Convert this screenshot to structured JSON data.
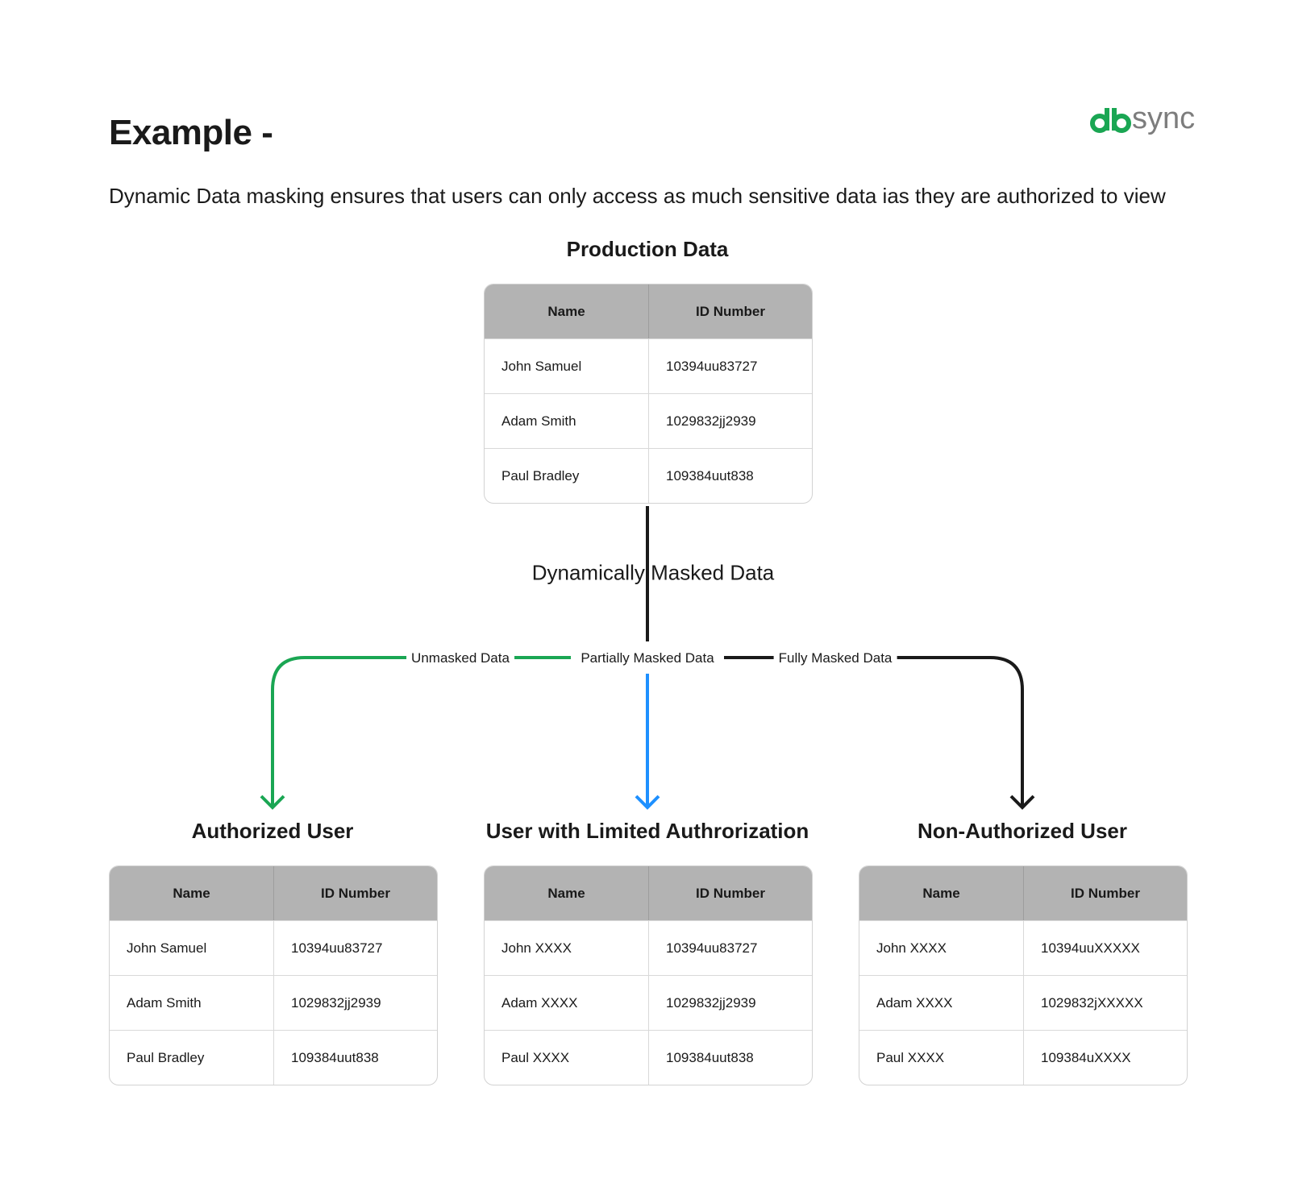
{
  "header": {
    "title": "Example -",
    "logo_text": "sync",
    "subtitle": "Dynamic Data masking ensures that users can only access as much sensitive data ias they are authorized to view"
  },
  "colors": {
    "green": "#1aa653",
    "blue": "#1e90ff",
    "black": "#1a1a1a",
    "header_bg": "#b3b3b3"
  },
  "production": {
    "title": "Production Data",
    "columns": [
      "Name",
      "ID Number"
    ],
    "rows": [
      [
        "John Samuel",
        "10394uu83727"
      ],
      [
        "Adam Smith",
        "1029832jj2939"
      ],
      [
        "Paul Bradley",
        "109384uut838"
      ]
    ]
  },
  "flow": {
    "center_label": "Dynamically Masked Data",
    "unmasked_label": "Unmasked Data",
    "partial_label": "Partially Masked Data",
    "full_label": "Fully Masked Data"
  },
  "authorized": {
    "title": "Authorized User",
    "columns": [
      "Name",
      "ID Number"
    ],
    "rows": [
      [
        "John Samuel",
        "10394uu83727"
      ],
      [
        "Adam Smith",
        "1029832jj2939"
      ],
      [
        "Paul Bradley",
        "109384uut838"
      ]
    ]
  },
  "limited": {
    "title": "User with Limited Authrorization",
    "columns": [
      "Name",
      "ID Number"
    ],
    "rows": [
      [
        "John XXXX",
        "10394uu83727"
      ],
      [
        "Adam XXXX",
        "1029832jj2939"
      ],
      [
        "Paul XXXX",
        "109384uut838"
      ]
    ]
  },
  "nonauth": {
    "title": "Non-Authorized User",
    "columns": [
      "Name",
      "ID Number"
    ],
    "rows": [
      [
        "John XXXX",
        "10394uuXXXXX"
      ],
      [
        "Adam XXXX",
        "1029832jXXXXX"
      ],
      [
        "Paul XXXX",
        "109384uXXXX"
      ]
    ]
  }
}
